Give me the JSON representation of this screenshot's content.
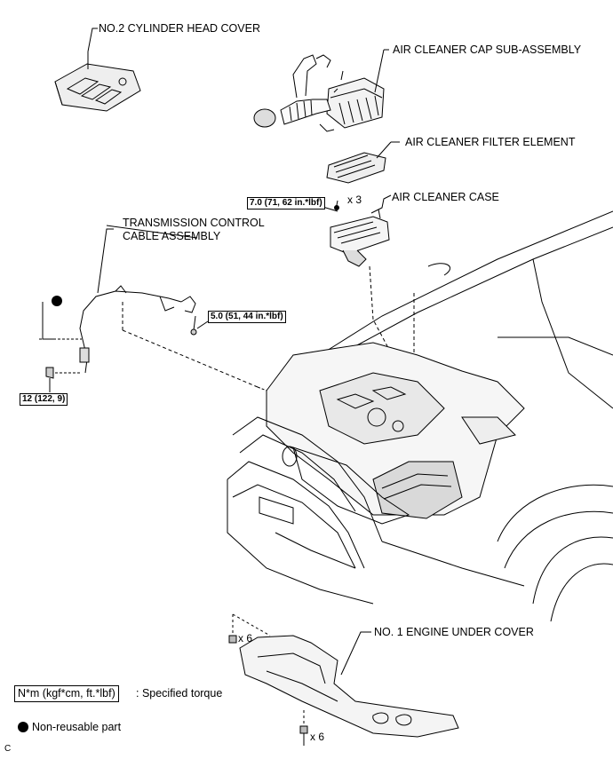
{
  "labels": {
    "cylinder_head_cover": "NO.2 CYLINDER HEAD COVER",
    "air_cleaner_cap": "AIR CLEANER CAP SUB-ASSEMBLY",
    "air_cleaner_filter": "AIR CLEANER FILTER ELEMENT",
    "air_cleaner_case": "AIR CLEANER CASE",
    "transmission_cable_line1": "TRANSMISSION CONTROL",
    "transmission_cable_line2": "CABLE ASSEMBLY",
    "engine_under_cover": "NO. 1 ENGINE UNDER COVER"
  },
  "torques": {
    "air_cleaner_case_bolts": "7.0 (71, 62 in.*lbf)",
    "cable_bracket_bolt": "5.0 (51, 44 in.*lbf)",
    "cable_nut": "12 (122, 9)"
  },
  "quantities": {
    "case_bolts": "x 3",
    "under_cover_front": "x 6",
    "under_cover_rear": "x 6"
  },
  "legend": {
    "torque_box": "N*m (kgf*cm, ft.*lbf)",
    "torque_text": ": Specified torque",
    "non_reusable_text": "Non-reusable part"
  },
  "corner_mark": "C"
}
